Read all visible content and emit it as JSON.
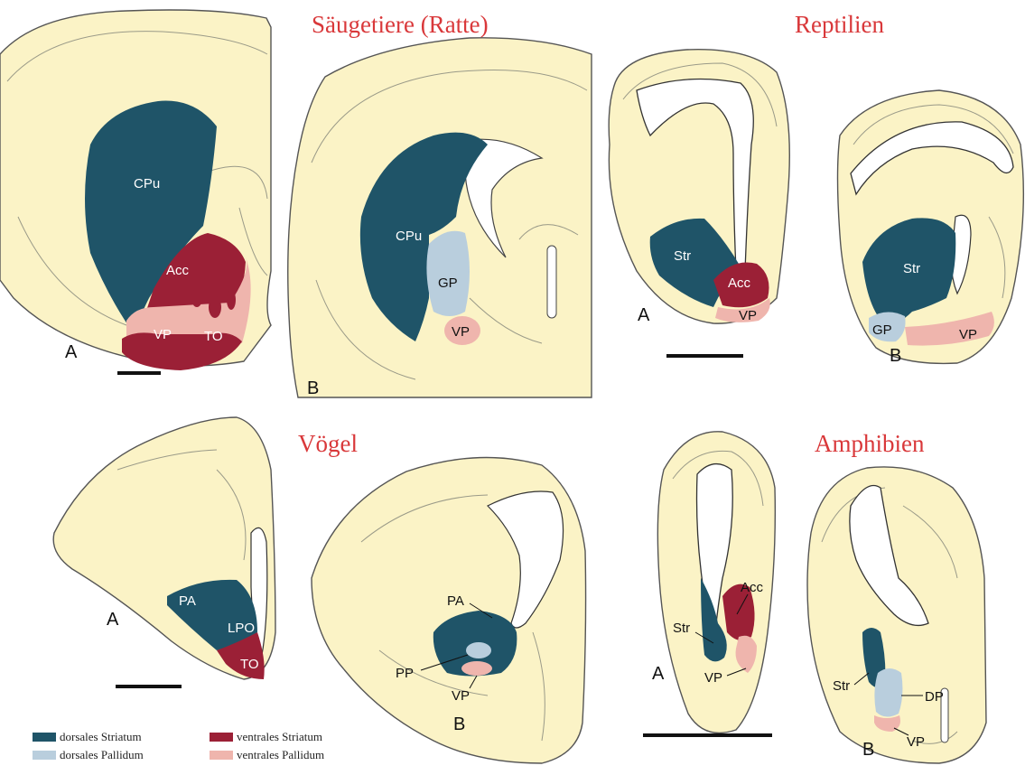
{
  "titles": {
    "mammals": "Säugetiere (Ratte)",
    "reptiles": "Reptilien",
    "birds": "Vögel",
    "amphibians": "Amphibien"
  },
  "panel_letters": {
    "a": "A",
    "b": "B"
  },
  "regions": {
    "cpu": "CPu",
    "acc": "Acc",
    "vp": "VP",
    "to": "TO",
    "gp": "GP",
    "str": "Str",
    "pa": "PA",
    "lpo": "LPO",
    "pp": "PP",
    "dp": "DP"
  },
  "legend": {
    "dorsal_striatum": "dorsales Striatum",
    "ventral_striatum": "ventrales Striatum",
    "dorsal_pallidum": "dorsales Pallidum",
    "ventral_pallidum": "ventrales Pallidum"
  },
  "colors": {
    "title": "#d9383a",
    "tissue": "#fbf3c6",
    "dorsal_striatum": "#1f5468",
    "ventral_striatum": "#9b2036",
    "dorsal_pallidum": "#b9cedd",
    "ventral_pallidum": "#efb5ad",
    "ventricle": "#ffffff"
  }
}
